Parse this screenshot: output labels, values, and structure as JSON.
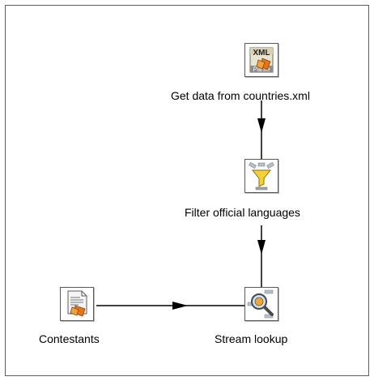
{
  "diagram": {
    "steps": [
      {
        "id": "get-data",
        "label": "Get data from countries.xml",
        "icon": "xml-input-icon",
        "icon_text": "XML",
        "icon_overlay": "Parse"
      },
      {
        "id": "filter",
        "label": "Filter official languages",
        "icon": "filter-funnel-icon"
      },
      {
        "id": "contestants",
        "label": "Contestants",
        "icon": "text-file-input-icon"
      },
      {
        "id": "stream-lookup",
        "label": "Stream lookup",
        "icon": "magnifier-lookup-icon"
      }
    ],
    "hops": [
      {
        "from": "Get data from countries.xml",
        "to": "Filter official languages"
      },
      {
        "from": "Filter official languages",
        "to": "Stream lookup"
      },
      {
        "from": "Contestants",
        "to": "Stream lookup"
      }
    ]
  }
}
